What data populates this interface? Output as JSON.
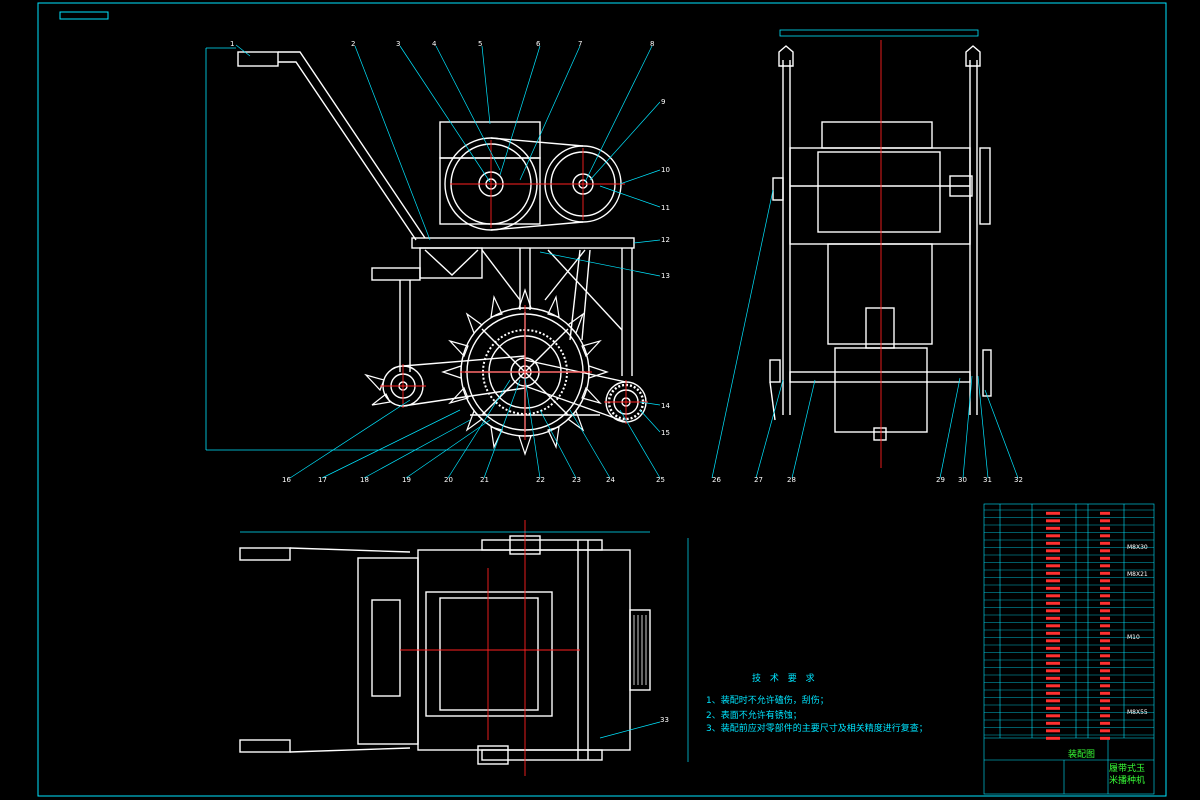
{
  "drawing": {
    "tech_title": "技 术 要 求",
    "tech_notes": [
      "1、装配时不允许磕伤，刮伤；",
      "2、表面不允许有锈蚀；",
      "3、装配前应对零部件的主要尺寸及相关精度进行复查；"
    ],
    "front_callouts_top": [
      "1",
      "2",
      "3",
      "4",
      "5",
      "6",
      "7",
      "8"
    ],
    "front_callouts_right": [
      "9",
      "10",
      "11",
      "12",
      "13",
      "14",
      "15"
    ],
    "front_callouts_bottom": [
      "16",
      "17",
      "18",
      "19",
      "20",
      "21",
      "22",
      "23",
      "24",
      "25"
    ],
    "side_callouts_bottom": [
      "26",
      "27",
      "28",
      "29",
      "30",
      "31",
      "32"
    ],
    "plan_callout": "33",
    "title_block": {
      "drawing_name": "装配图",
      "product_name": "履带式玉米播种机",
      "material_notes": [
        "M8X30",
        "M8X21",
        "M10",
        "M8X55"
      ]
    },
    "colors": {
      "line": "#ffffff",
      "frame": "#00e5ff",
      "center": "#ff2020",
      "table": "#00e5ff",
      "table_text": "#ff3030",
      "green": "#37ff37"
    }
  }
}
